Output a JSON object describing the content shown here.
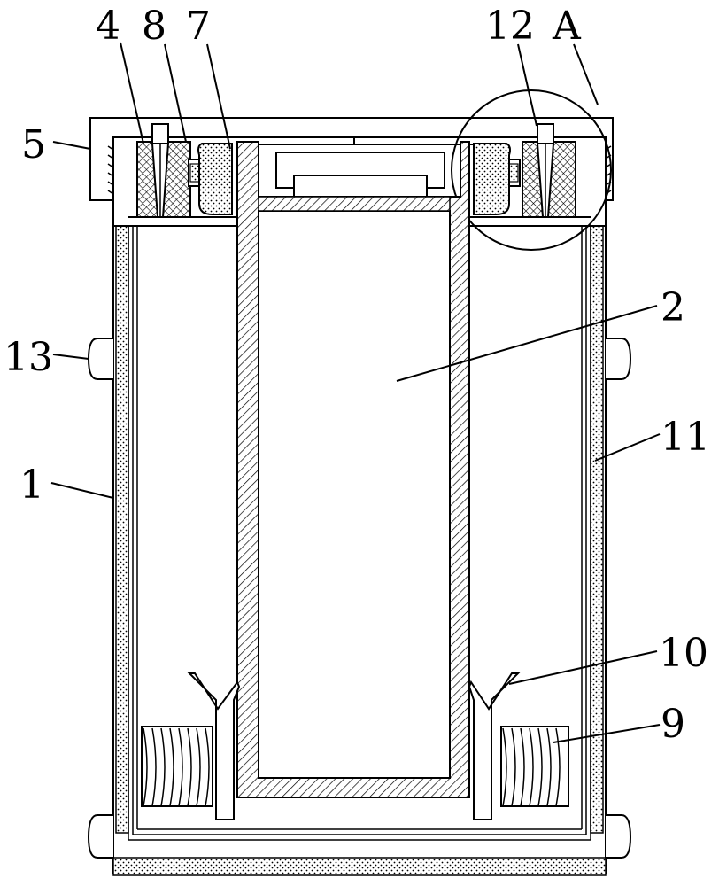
{
  "labels": {
    "l4": "4",
    "l8": "8",
    "l7": "7",
    "l12": "12",
    "lA": "A",
    "l5": "5",
    "l2": "2",
    "l13": "13",
    "l11": "11",
    "l1": "1",
    "l10": "10",
    "l9": "9"
  }
}
